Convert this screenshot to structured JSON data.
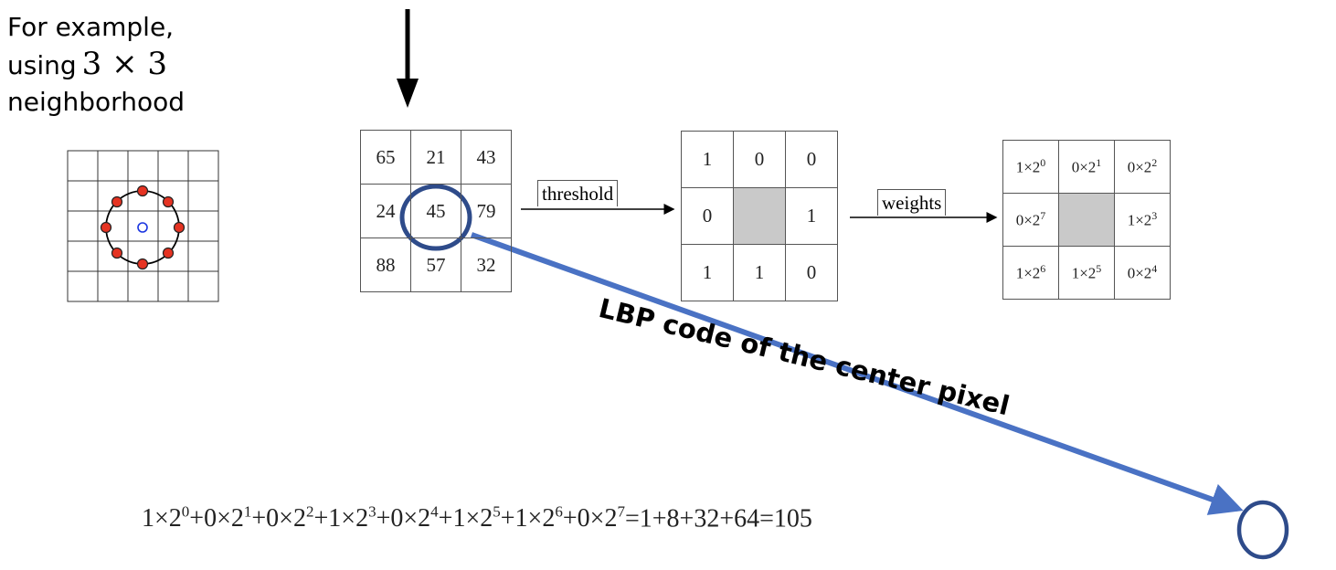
{
  "intro": {
    "line1": "For example,",
    "line2_prefix": "using",
    "line2_math": "3 × 3",
    "line3": "neighborhood"
  },
  "input_grid": [
    [
      "65",
      "21",
      "43"
    ],
    [
      "24",
      "45",
      "79"
    ],
    [
      "88",
      "57",
      "32"
    ]
  ],
  "threshold_grid": [
    [
      "1",
      "0",
      "0"
    ],
    [
      "0",
      "",
      "1"
    ],
    [
      "1",
      "1",
      "0"
    ]
  ],
  "weights_grid": [
    [
      {
        "b": "1×2",
        "e": "0"
      },
      {
        "b": "0×2",
        "e": "1"
      },
      {
        "b": "0×2",
        "e": "2"
      }
    ],
    [
      {
        "b": "0×2",
        "e": "7"
      },
      {
        "b": "",
        "e": ""
      },
      {
        "b": "1×2",
        "e": "3"
      }
    ],
    [
      {
        "b": "1×2",
        "e": "6"
      },
      {
        "b": "1×2",
        "e": "5"
      },
      {
        "b": "0×2",
        "e": "4"
      }
    ]
  ],
  "labels": {
    "threshold": "threshold",
    "weights": "weights"
  },
  "arrow_text": "LBP code of the center pixel",
  "formula": {
    "terms": [
      {
        "b": "1×2",
        "e": "0"
      },
      {
        "b": "+0×2",
        "e": "1"
      },
      {
        "b": "+0×2",
        "e": "2"
      },
      {
        "b": "+1×2",
        "e": "3"
      },
      {
        "b": "+0×2",
        "e": "4"
      },
      {
        "b": "+1×2",
        "e": "5"
      },
      {
        "b": "+1×2",
        "e": "6"
      },
      {
        "b": "+0×2",
        "e": "7"
      }
    ],
    "sum": "=1+8+32+64=",
    "result": "105"
  },
  "colors": {
    "accent_blue": "#2e4b8a",
    "arrow_blue": "#4a72c4",
    "point_red": "#e53322"
  }
}
